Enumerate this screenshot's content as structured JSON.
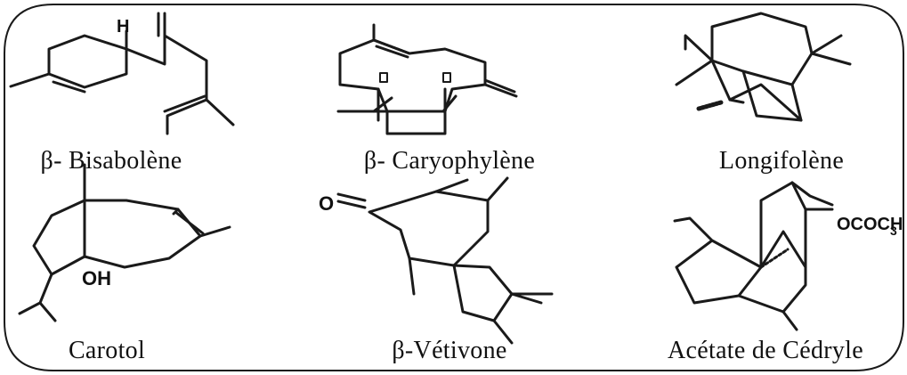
{
  "figure": {
    "compounds": [
      {
        "name": "β- Bisabolène",
        "atom_labels": [
          "H"
        ]
      },
      {
        "name": "β- Caryophylène",
        "atom_labels": []
      },
      {
        "name": "Longifolène",
        "atom_labels": []
      },
      {
        "name": "Carotol",
        "atom_labels": [
          "OH"
        ]
      },
      {
        "name": "β-Vétivone",
        "atom_labels": [
          "O"
        ]
      },
      {
        "name": "Acétate de Cédryle",
        "atom_labels": [
          "OCOCH",
          "3"
        ]
      }
    ]
  }
}
